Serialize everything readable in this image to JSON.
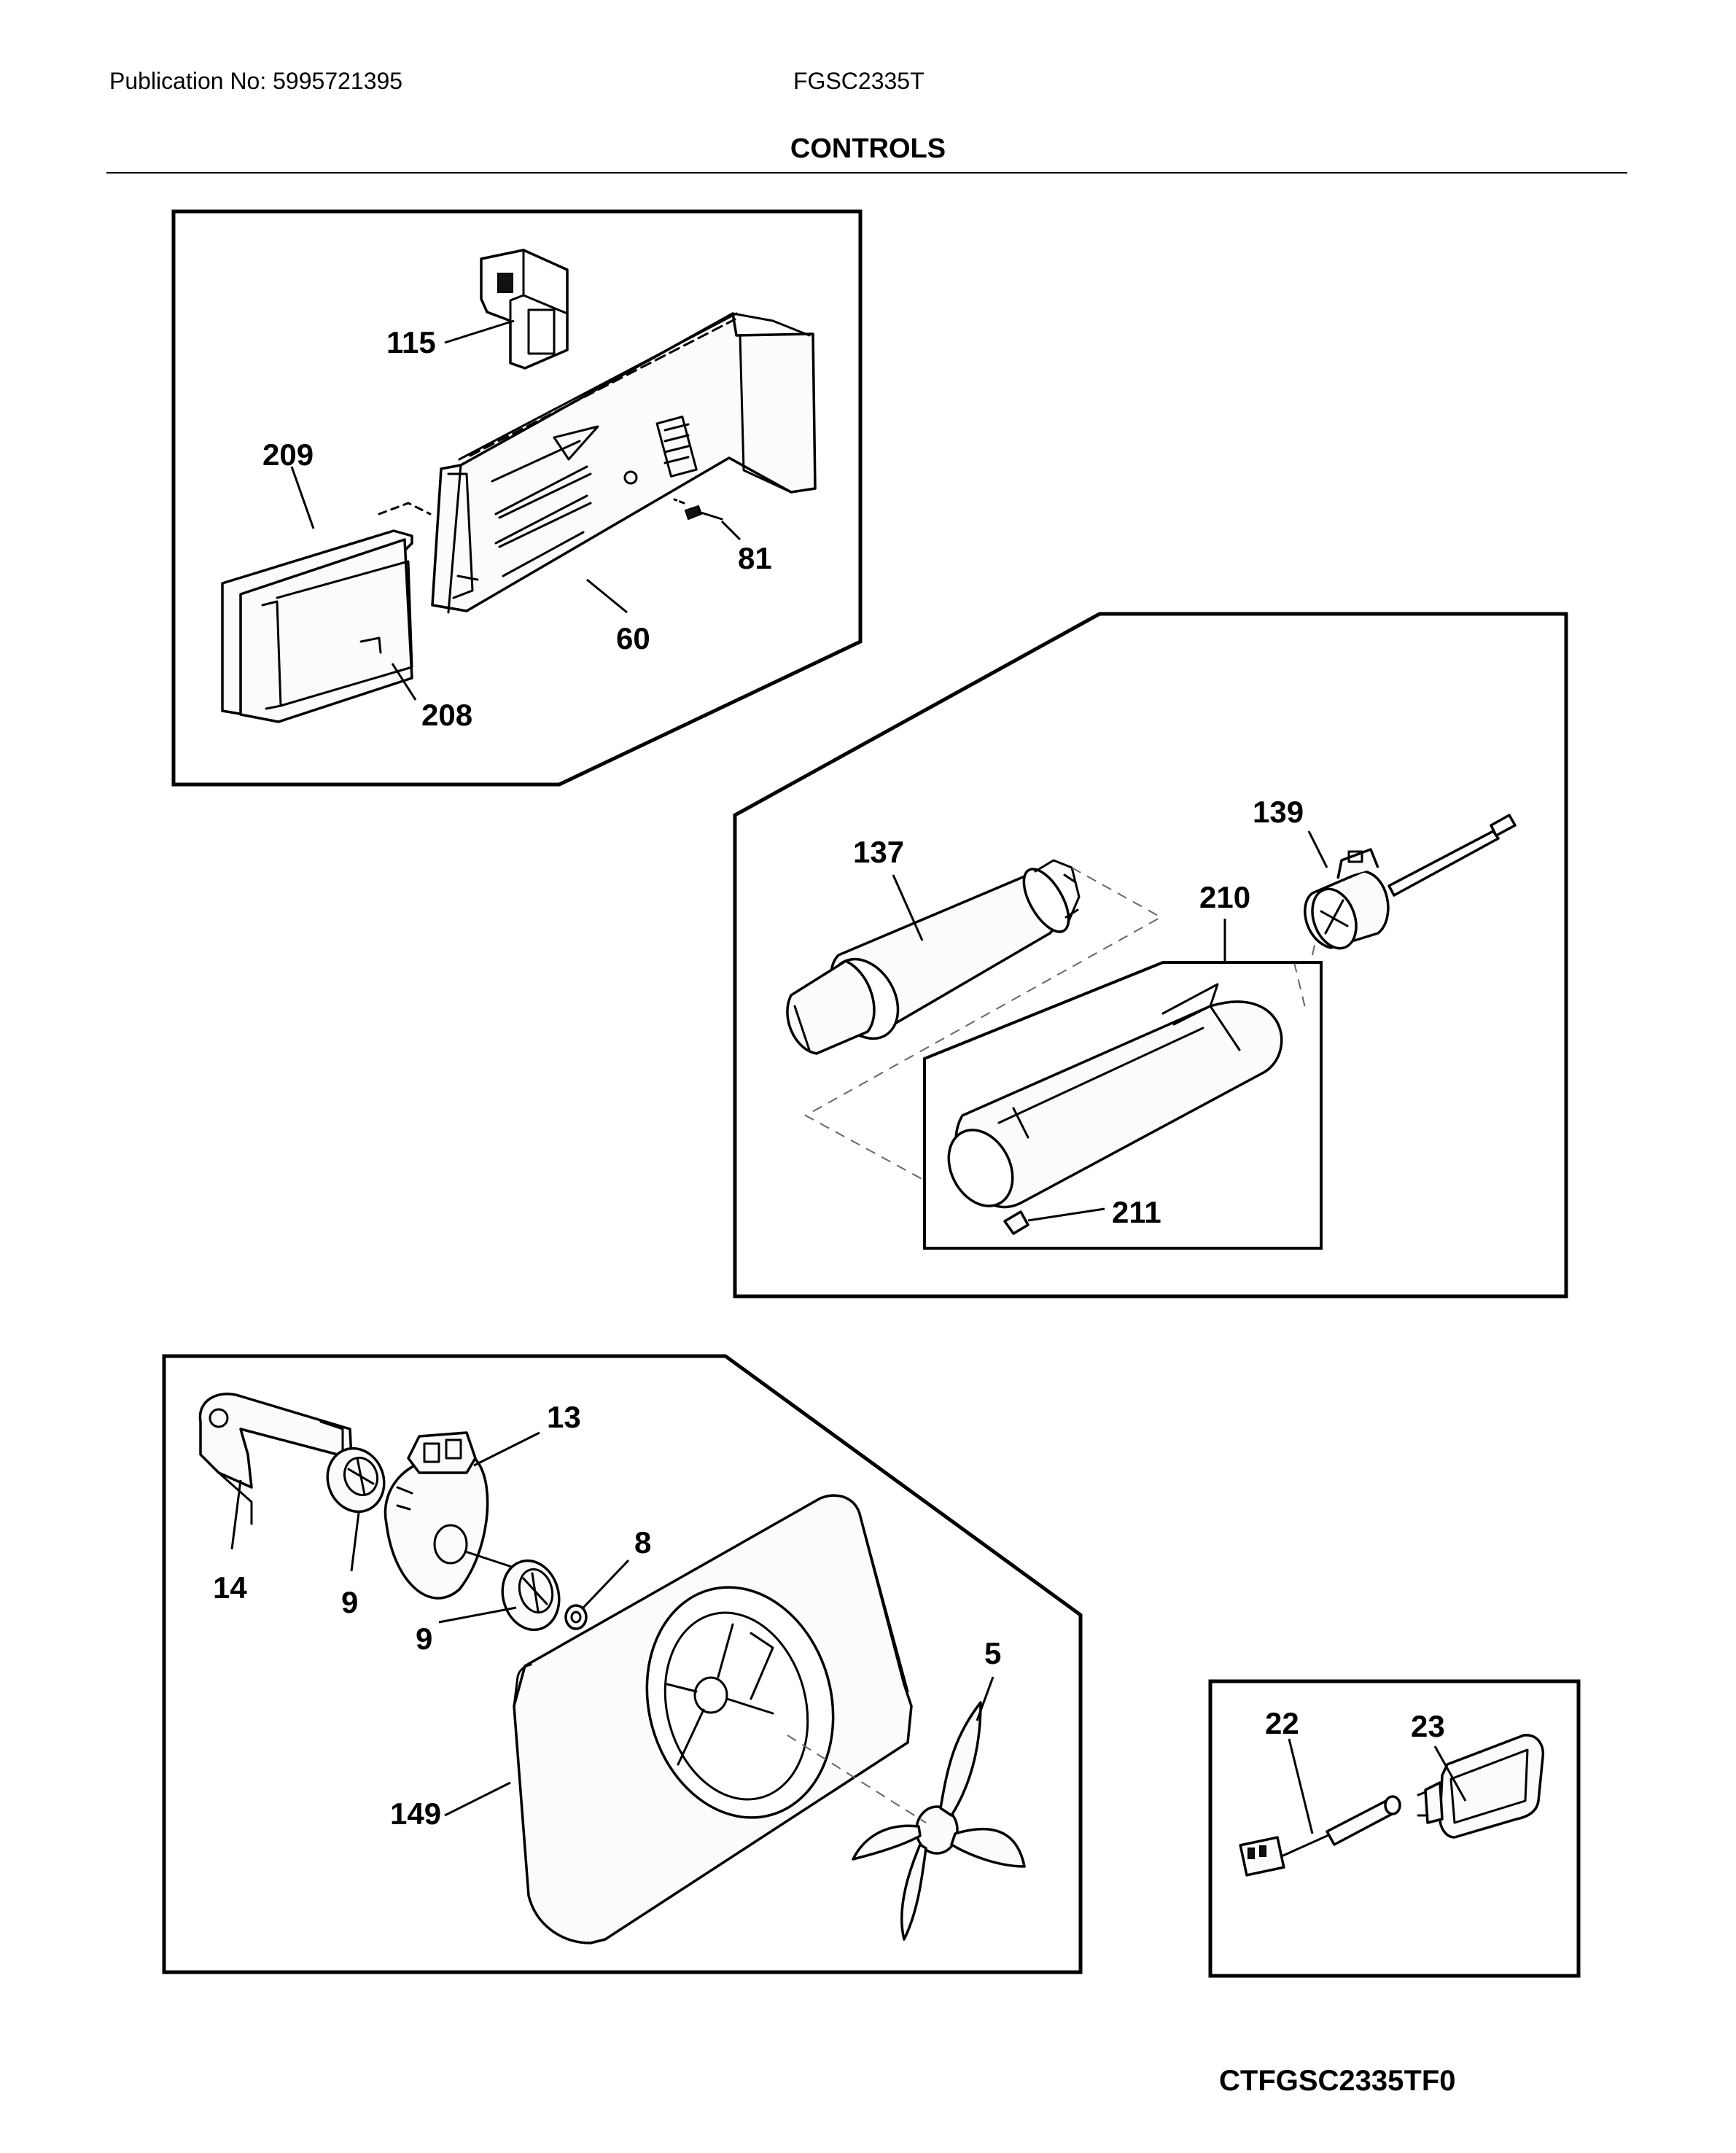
{
  "header": {
    "publication": "Publication No: 5995721395",
    "model": "FGSC2335T",
    "section_title": "CONTROLS"
  },
  "footer": {
    "diagram_code": "CTFGSC2335TF0"
  },
  "callouts": {
    "c115": "115",
    "c209": "209",
    "c81": "81",
    "c60": "60",
    "c208": "208",
    "c137": "137",
    "c139": "139",
    "c210": "210",
    "c211": "211",
    "c13": "13",
    "c14": "14",
    "c9a": "9",
    "c9b": "9",
    "c8": "8",
    "c5": "5",
    "c149": "149",
    "c22": "22",
    "c23": "23"
  }
}
